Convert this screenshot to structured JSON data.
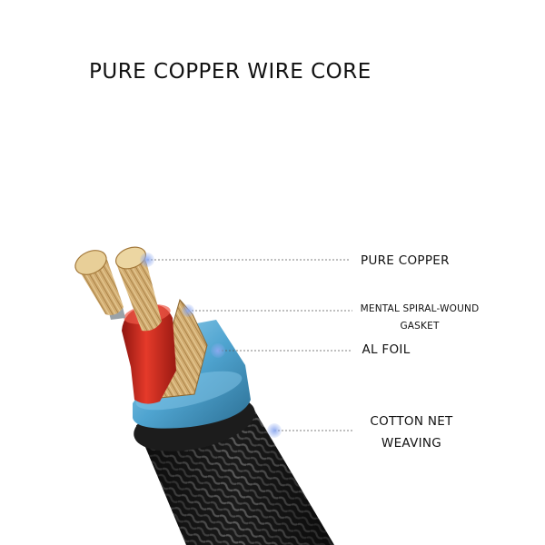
{
  "title": "PURE COPPER WIRE CORE",
  "labels": {
    "copper": "PURE COPPER",
    "gasket_line1": "MENTAL SPIRAL-WOUND",
    "gasket_line2": "GASKET",
    "foil": "AL FOIL",
    "cotton_line1": "COTTON NET",
    "cotton_line2": "WEAVING"
  },
  "colors": {
    "copper": "#c9a268",
    "insulation_red": "#d42a1f",
    "al_foil_blue": "#5aaed6",
    "braid": "#1e1e1e",
    "callout_dot": "#6f8fd8"
  }
}
